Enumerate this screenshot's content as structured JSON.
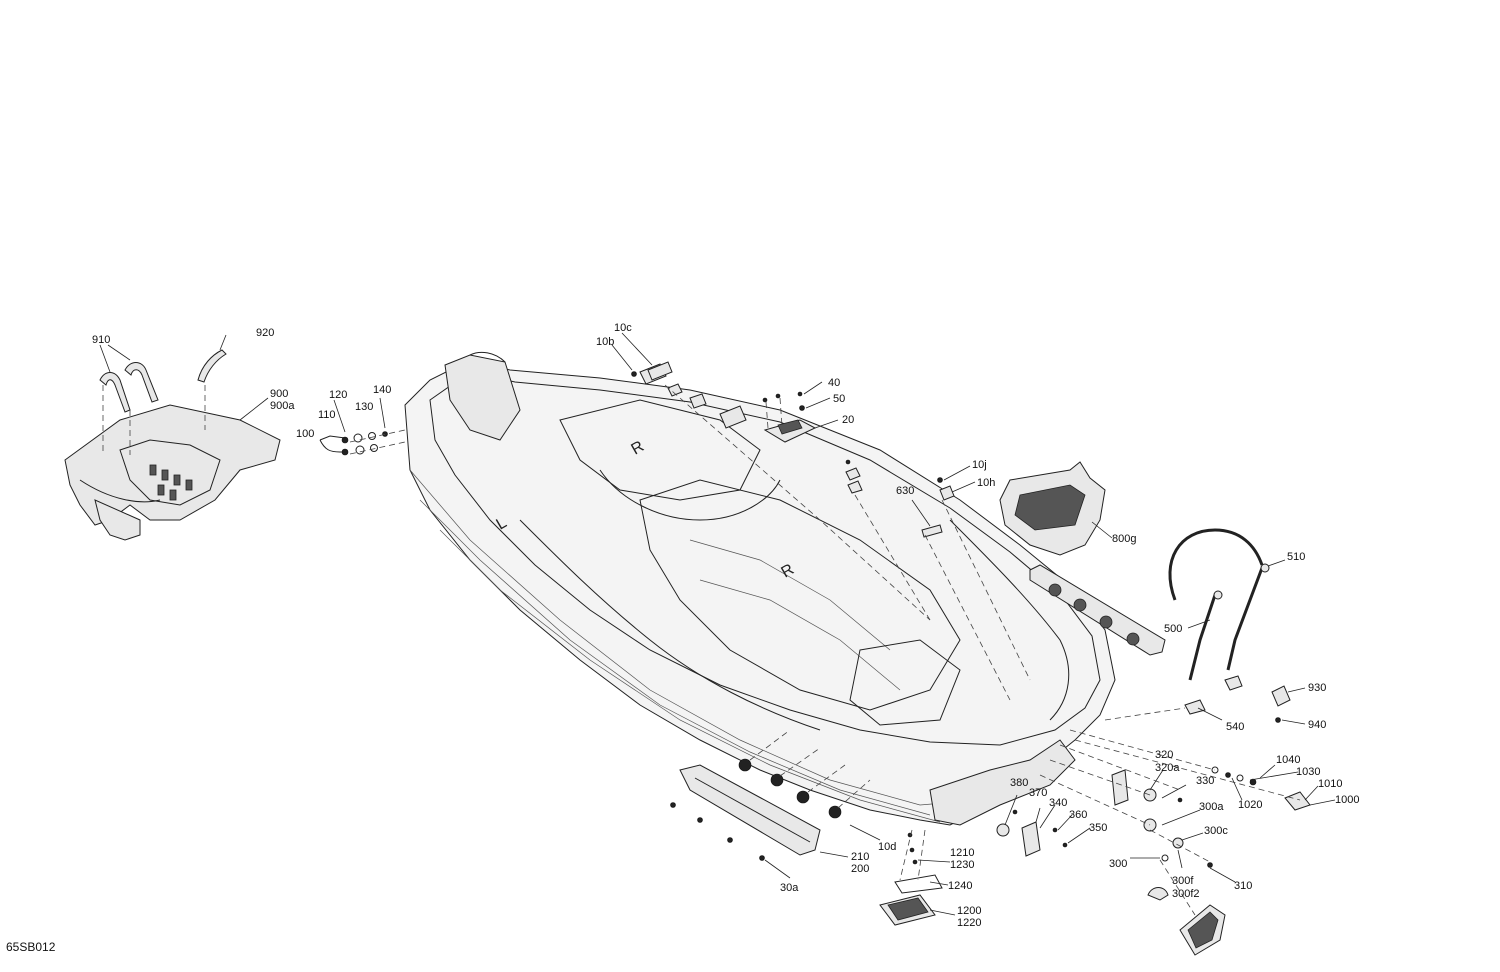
{
  "diagram_ref": "65SB012",
  "callouts": [
    "910",
    "920",
    "900",
    "900a",
    "120",
    "140",
    "110",
    "130",
    "100",
    "10c",
    "10b",
    "40",
    "50",
    "20",
    "10j",
    "10h",
    "630",
    "800g",
    "510",
    "500",
    "540",
    "930",
    "940",
    "320",
    "320a",
    "330",
    "1040",
    "1030",
    "1010",
    "1000",
    "1020",
    "380",
    "370",
    "340",
    "360",
    "350",
    "300a",
    "300c",
    "300",
    "300f",
    "300f2",
    "310",
    "1210",
    "1230",
    "1240",
    "1200",
    "1220",
    "10d",
    "210",
    "200",
    "30a"
  ]
}
